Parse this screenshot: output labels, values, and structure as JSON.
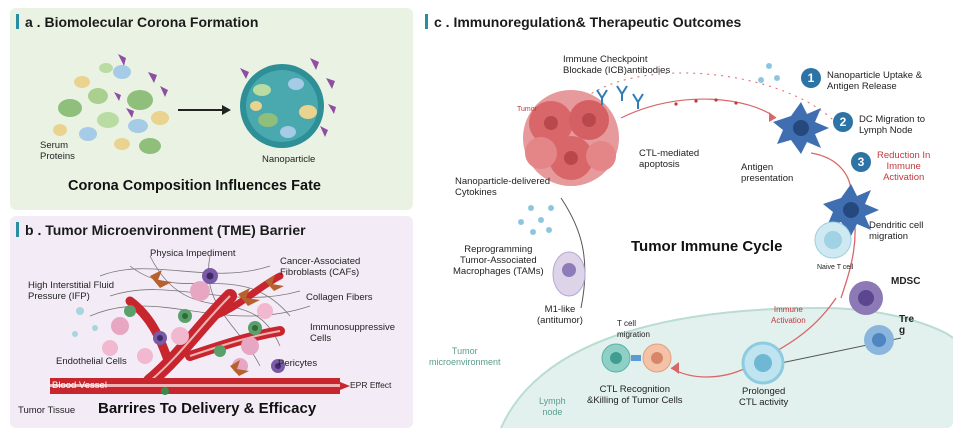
{
  "panel_a": {
    "title": "a . Biomolecular Corona Formation",
    "serum_label": "Serum\nProteins",
    "nanoparticle_label": "Nanoparticle",
    "caption": "Corona Composition Influences Fate"
  },
  "panel_b": {
    "title": "b . Tumor Microenvironment (TME) Barrier",
    "physica": "Physica Impediment",
    "caf": "Cancer-Associated\nFibroblasts (CAFs)",
    "ifp": "High Interstitial Fluid\nPressure (IFP)",
    "collagen": "Collagen Fibers",
    "immuno": "Immunosuppressive\nCells",
    "endothelial": "Endothelial  Cells",
    "pericytes": "Pericytes",
    "blood_vessel": "Blood  Vessel",
    "epr": "EPR Effect",
    "tumor_tissue": "Tumor Tissue",
    "caption": "Barrires To Delivery & Efficacy"
  },
  "panel_c": {
    "title": "c .  Immunoregulation& Therapeutic Outcomes",
    "icb": "Immune Checkpoint\nBlockade (ICB)antibodies",
    "tumor": "Tumor",
    "ctl_apoptosis": "CTL-mediated\napoptosis",
    "cytokines": "Nanoparticle-delivered\nCytokines",
    "antigen_presentation": "Antigen\npresentation",
    "steps": [
      {
        "num": "1",
        "text": "Nanoparticle Uptake &\nAntigen Release"
      },
      {
        "num": "2",
        "text": "DC Migration to\nLymph Node"
      },
      {
        "num": "3",
        "text": "Reduction In\nImmune\nActivation"
      }
    ],
    "dendritic": "Dendritic cell\nmigration",
    "cycle_title": "Tumor Immune Cycle",
    "naive_t": "Naive T cell",
    "mdsc": "MDSC",
    "treg": "Tre\ng",
    "reprogramming": "Reprogramming\nTumor-Associated\nMacrophages (TAMs)",
    "m1": "M1-like\n(antitumor)",
    "immune_activation": "Immune\nActivation",
    "t_migration": "T cell\nmigration",
    "tme": "Tumor\nmicroenvironment",
    "prolonged": "Prolonged\nCTL activity",
    "ctl_recognition": "CTL Recognition\n&Killing of Tumor Cells",
    "lymph": "Lymph\nnode"
  },
  "colors": {
    "accent": "#2a8ea3",
    "panel_a_bg": "#eaf3e3",
    "panel_b_bg": "#f3ecf6",
    "vessel": "#c8262e",
    "tumor": "#d9676a",
    "step_circle": "#2c73a6",
    "highlight_red": "#c0393d"
  }
}
